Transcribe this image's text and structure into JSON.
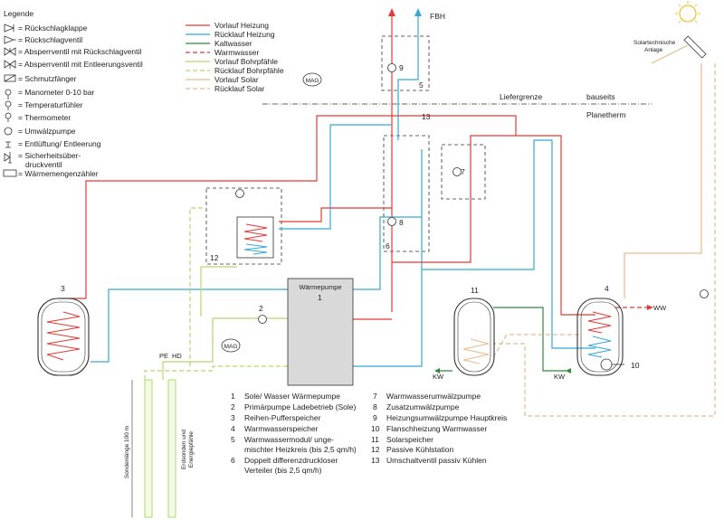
{
  "legend": {
    "title": "Legende",
    "items": [
      "= Rückschlagklappe",
      "= Rückschlagventil",
      "= Absperrventil mit Rückschlagventil",
      "= Absperrventil mit Entleerungsventil",
      "= Schmutzfänger",
      "= Manometer 0-10 bar",
      "= Temperaturfühler",
      "= Thermometer",
      "= Umwälzpumpe",
      "= Entlüftung/ Entleerung",
      "= Sicherheitsüber-",
      "druckventil",
      "= Wärmemengenzähler"
    ]
  },
  "lines_legend": [
    {
      "label": "Vorlauf Heizung",
      "color": "#e53935",
      "dash": ""
    },
    {
      "label": "Rücklauf Heizung",
      "color": "#35a9d3",
      "dash": ""
    },
    {
      "label": "Kaltwasser",
      "color": "#2e8b3a",
      "dash": ""
    },
    {
      "label": "Warmwasser",
      "color": "#e53935",
      "dash": "5,3"
    },
    {
      "label": "Vorlauf Bohrpfähle",
      "color": "#b5d86a",
      "dash": ""
    },
    {
      "label": "Rücklauf Bohrpfähle",
      "color": "#b5d86a",
      "dash": "5,3"
    },
    {
      "label": "Vorlauf Solar",
      "color": "#e8b98e",
      "dash": ""
    },
    {
      "label": "Rücklauf Solar",
      "color": "#e8b98e",
      "dash": "5,3"
    }
  ],
  "labels": {
    "fbh": "FBH",
    "liefergrenze": "Liefergrenze",
    "bauseits": "bauseits",
    "planetherm": "Planetherm",
    "solar_anlage_1": "Solartechnische",
    "solar_anlage_2": "Anlage",
    "waermepumpe": "Wärmepumpe",
    "mag": "MAG",
    "mag2": "MAG",
    "ww": "WW",
    "kw1": "KW",
    "kw2": "KW",
    "pe": "PE",
    "hd": "HD",
    "sondenlaenge": "Sondenlänge 100 m",
    "erdsonden_1": "Erdsonden und",
    "erdsonden_2": "Energiepfähle",
    "n1": "1",
    "n2": "2",
    "n3": "3",
    "n4": "4",
    "n5": "5",
    "n6": "6",
    "n7": "7",
    "n8": "8",
    "n9": "9",
    "n10": "10",
    "n11": "11",
    "n12": "12",
    "n13": "13"
  },
  "components": [
    {
      "num": "1",
      "text": "Sole/ Wasser Wärmepumpe"
    },
    {
      "num": "2",
      "text": "Primärpumpe Ladebetrieb (Sole)"
    },
    {
      "num": "3",
      "text": "Reihen-Pufferspeicher"
    },
    {
      "num": "4",
      "text": "Warmwasserspeicher"
    },
    {
      "num": "5",
      "text": "Warmwassermodul/ unge-"
    },
    {
      "num": "",
      "text": "mischter Heizkreis (bis 2,5 qm/h)"
    },
    {
      "num": "6",
      "text": "Doppelt differenzdruckloser"
    },
    {
      "num": "",
      "text": "Verteiler (bis 2,5 qm/h)"
    },
    {
      "num": "7",
      "text": "Warmwasserumwälzpumpe"
    },
    {
      "num": "8",
      "text": "Zusatzumwälzpumpe"
    },
    {
      "num": "9",
      "text": "Heizungsumwälzpumpe Hauptkreis"
    },
    {
      "num": "10",
      "text": "Flanschheizung Warmwasser"
    },
    {
      "num": "11",
      "text": "Solarspeicher"
    },
    {
      "num": "12",
      "text": "Passive Kühlstation"
    },
    {
      "num": "13",
      "text": "Umschaltventil passiv Kühlen"
    }
  ],
  "colors": {
    "vorlauf": "#e53935",
    "ruecklauf": "#35a9d3",
    "kaltwasser": "#2e8b3a",
    "bohr": "#b5d86a",
    "solar": "#e8b98e",
    "grey": "#d9d9d9",
    "line": "#333333"
  }
}
